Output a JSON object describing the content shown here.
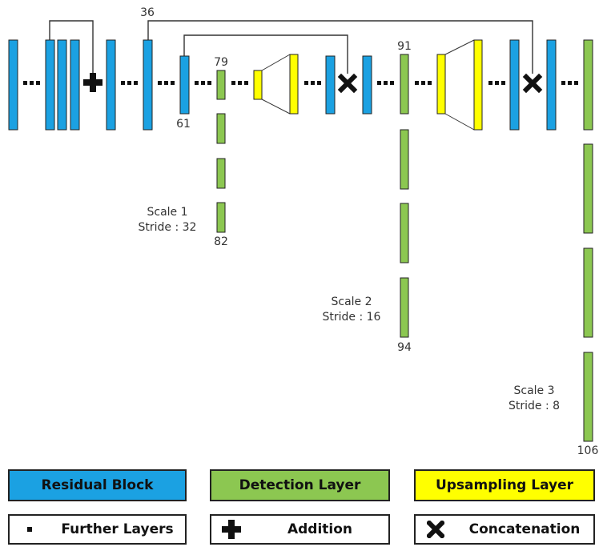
{
  "colors": {
    "residual": "#1ba1e2",
    "detection": "#8cc751",
    "upsampling": "#ffff00",
    "outline": "#222222",
    "line": "#333333"
  },
  "layer_labels": {
    "l36": "36",
    "l61": "61",
    "l79": "79",
    "l82": "82",
    "l91": "91",
    "l94": "94",
    "l106": "106"
  },
  "scales": {
    "scale1": {
      "scale": "Scale 1",
      "stride": "Stride : 32"
    },
    "scale2": {
      "scale": "Scale 2",
      "stride": "Stride : 16"
    },
    "scale3": {
      "scale": "Scale 3",
      "stride": "Stride : 8"
    }
  },
  "legend": {
    "residual_block": "Residual Block",
    "detection_layer": "Detection Layer",
    "upsampling_layer": "Upsampling Layer",
    "further_layers": "Further Layers",
    "addition": "Addition",
    "concatenation": "Concatenation"
  }
}
